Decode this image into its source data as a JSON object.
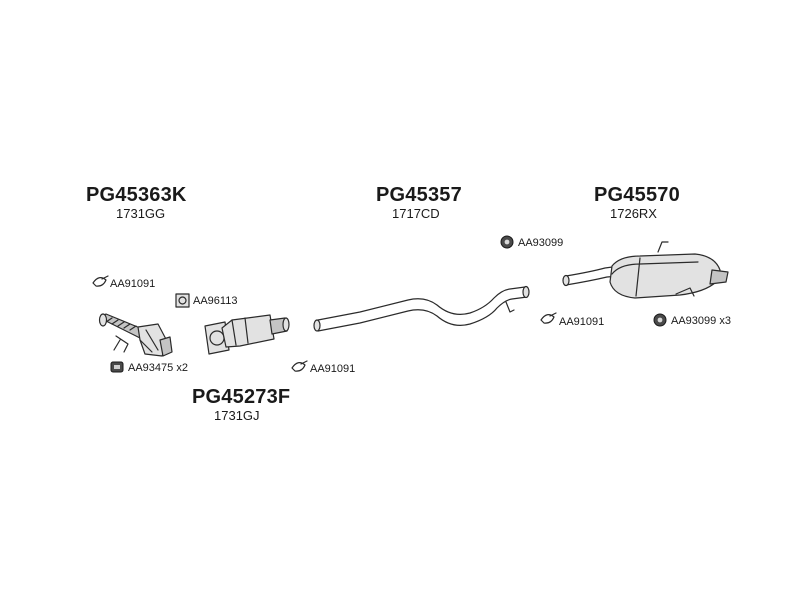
{
  "parts": {
    "cat_front": {
      "code": "PG45363K",
      "ref": "1731GG"
    },
    "center_pipe": {
      "code": "PG45357",
      "ref": "1717CD"
    },
    "rear_silencer": {
      "code": "PG45570",
      "ref": "1726RX"
    },
    "particulate_filter": {
      "code": "PG45273F",
      "ref": "1731GJ"
    }
  },
  "accessories": {
    "clamp_front": "AA91091",
    "gasket": "AA96113",
    "mount_front": "AA93475 x2",
    "clamp_mid": "AA91091",
    "rubber_top": "AA93099",
    "clamp_rear": "AA91091",
    "rubber_rear": "AA93099 x3"
  }
}
